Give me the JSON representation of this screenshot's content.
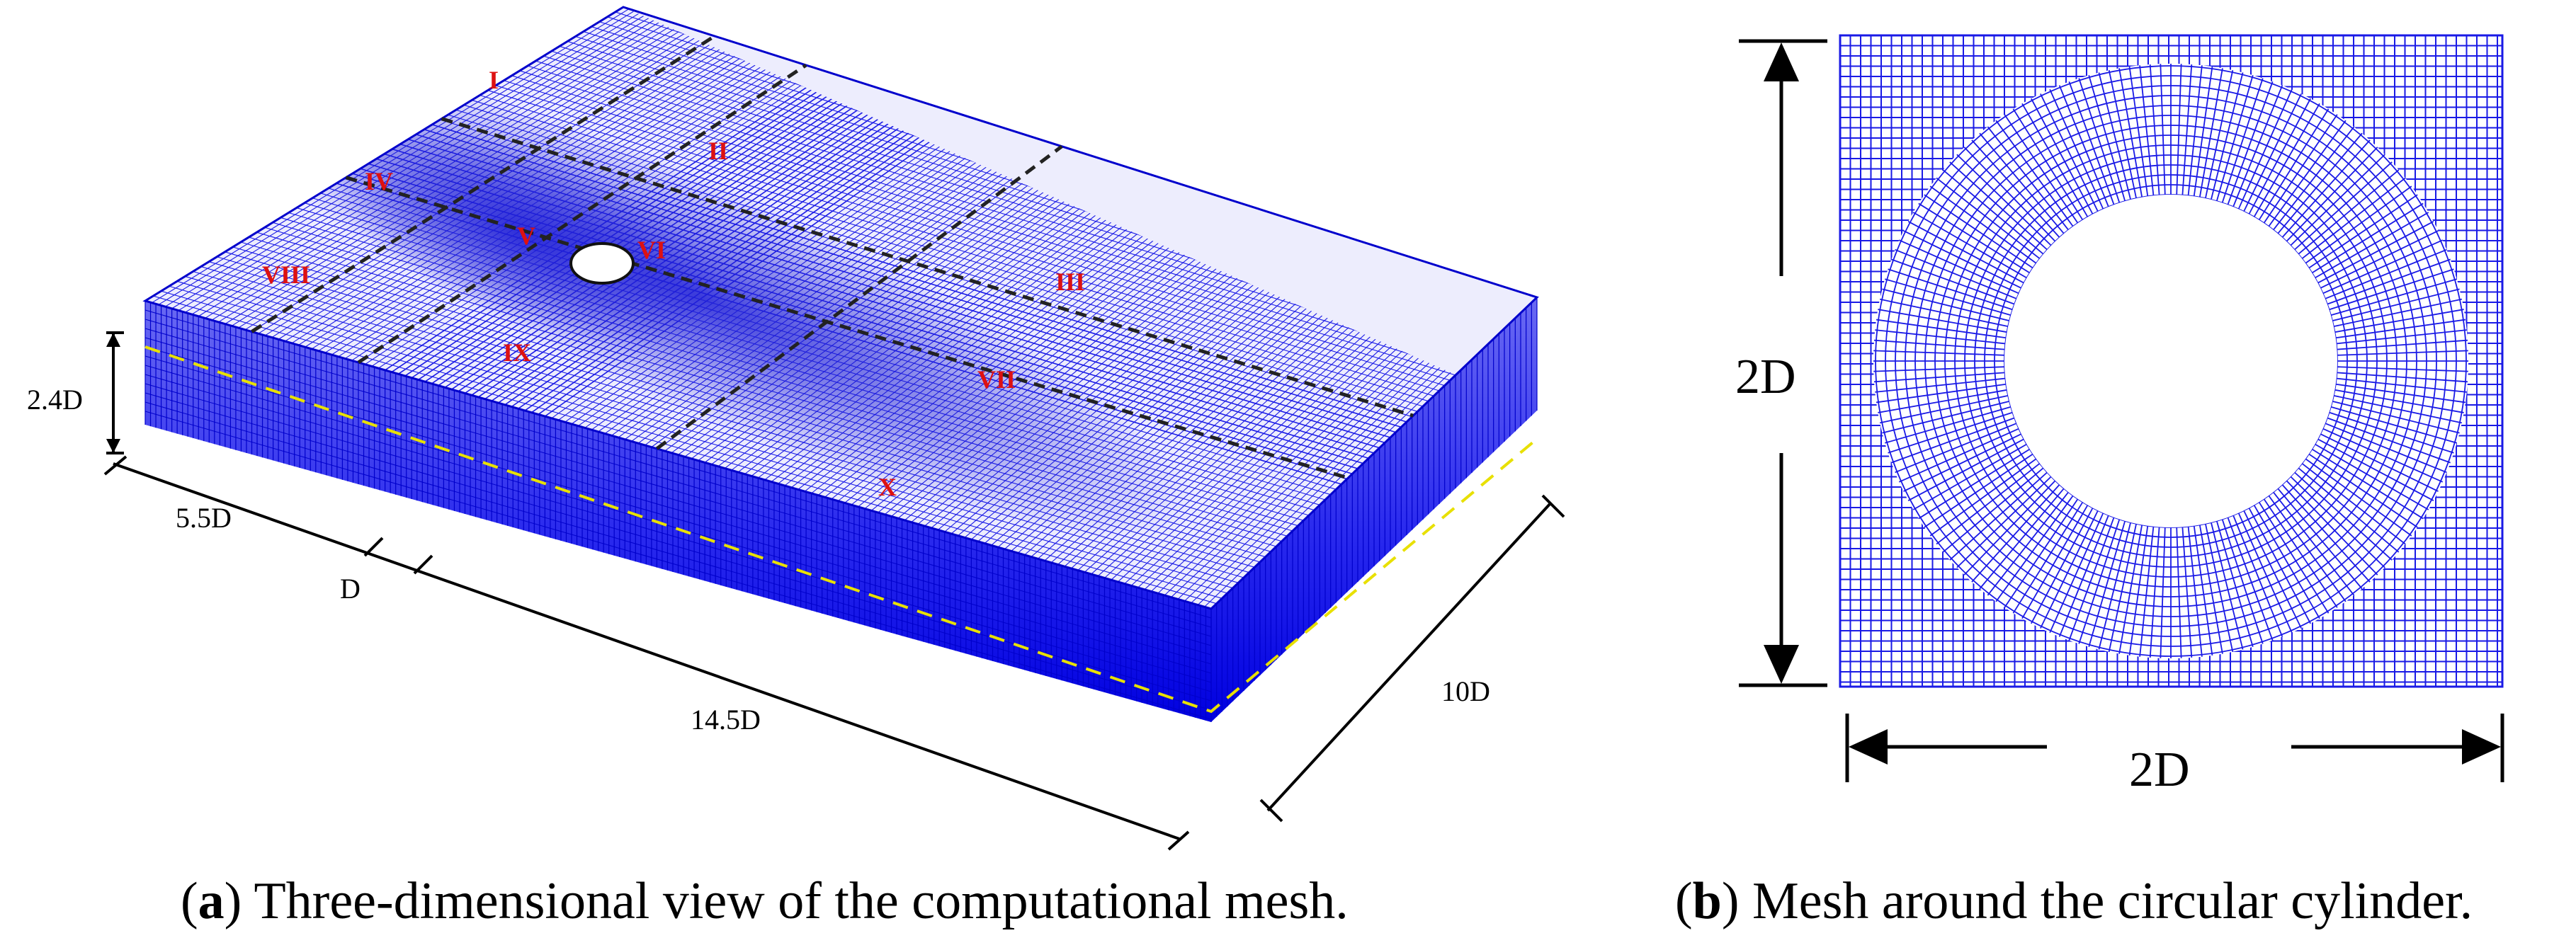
{
  "panel_a": {
    "caption_letter": "a",
    "caption_text": "Three-dimensional view of the computational mesh.",
    "region_labels": [
      "I",
      "II",
      "III",
      "IV",
      "V",
      "VI",
      "VII",
      "VIII",
      "IX",
      "X"
    ],
    "dimensions": {
      "height": "2.4D",
      "upstream": "5.5D",
      "diameter": "D",
      "downstream": "14.5D",
      "width": "10D"
    }
  },
  "panel_b": {
    "caption_letter": "b",
    "caption_text": "Mesh around the circular cylinder.",
    "dim_vertical": "2D",
    "dim_horizontal": "2D"
  },
  "colors": {
    "mesh": "#1a1ae6",
    "mesh_dark": "#0000cc",
    "region_label": "#dd1111",
    "block_divider": "#222222",
    "mid_line": "#e8e000",
    "annotation": "#000000"
  }
}
